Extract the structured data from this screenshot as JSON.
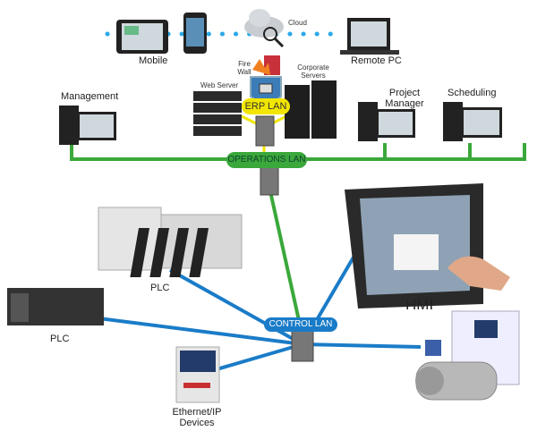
{
  "labels": {
    "mobile": "Mobile",
    "cloud": "Cloud",
    "remote_pc": "Remote PC",
    "fire_wall": "Fire Wall",
    "web_server": "Web Server",
    "corporate_servers": "Corporate Servers",
    "management": "Management",
    "project_manager": "Project Manager",
    "scheduling": "Scheduling",
    "erp_lan": "ERP LAN",
    "operations_lan": "OPERATIONS LAN",
    "control_lan": "CONTROL LAN",
    "plc_top": "PLC",
    "plc_left": "PLC",
    "hmi": "HMI",
    "ethernet_ip": "Ethernet/IP Devices"
  },
  "colors": {
    "erp_lan": "#f2e600",
    "operations_lan": "#3aa83a",
    "control_lan": "#1a7cc8",
    "cloud_link": "#2aa8e8"
  }
}
